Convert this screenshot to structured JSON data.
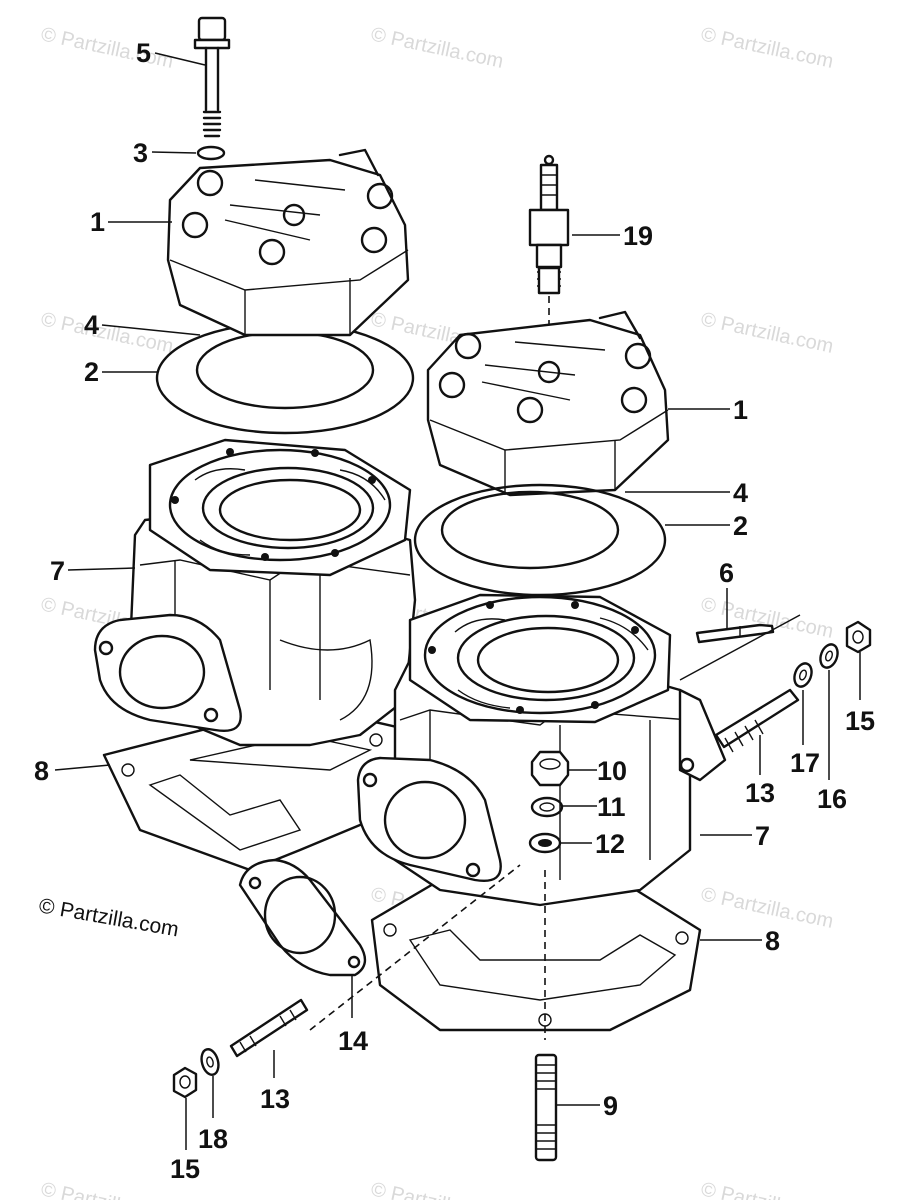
{
  "watermark": "© Partzilla.com",
  "copyright": "© Partzilla.com",
  "callouts": {
    "c5": "5",
    "c3": "3",
    "c1a": "1",
    "c4a": "4",
    "c2a": "2",
    "c7a": "7",
    "c19": "19",
    "c1b": "1",
    "c4b": "4",
    "c2b": "2",
    "c6": "6",
    "c15a": "15",
    "c13a": "13",
    "c17": "17",
    "c16": "16",
    "c8a": "8",
    "c10": "10",
    "c11": "11",
    "c12": "12",
    "c7b": "7",
    "c8b": "8",
    "c14": "14",
    "c13b": "13",
    "c18": "18",
    "c15b": "15",
    "c9": "9"
  }
}
